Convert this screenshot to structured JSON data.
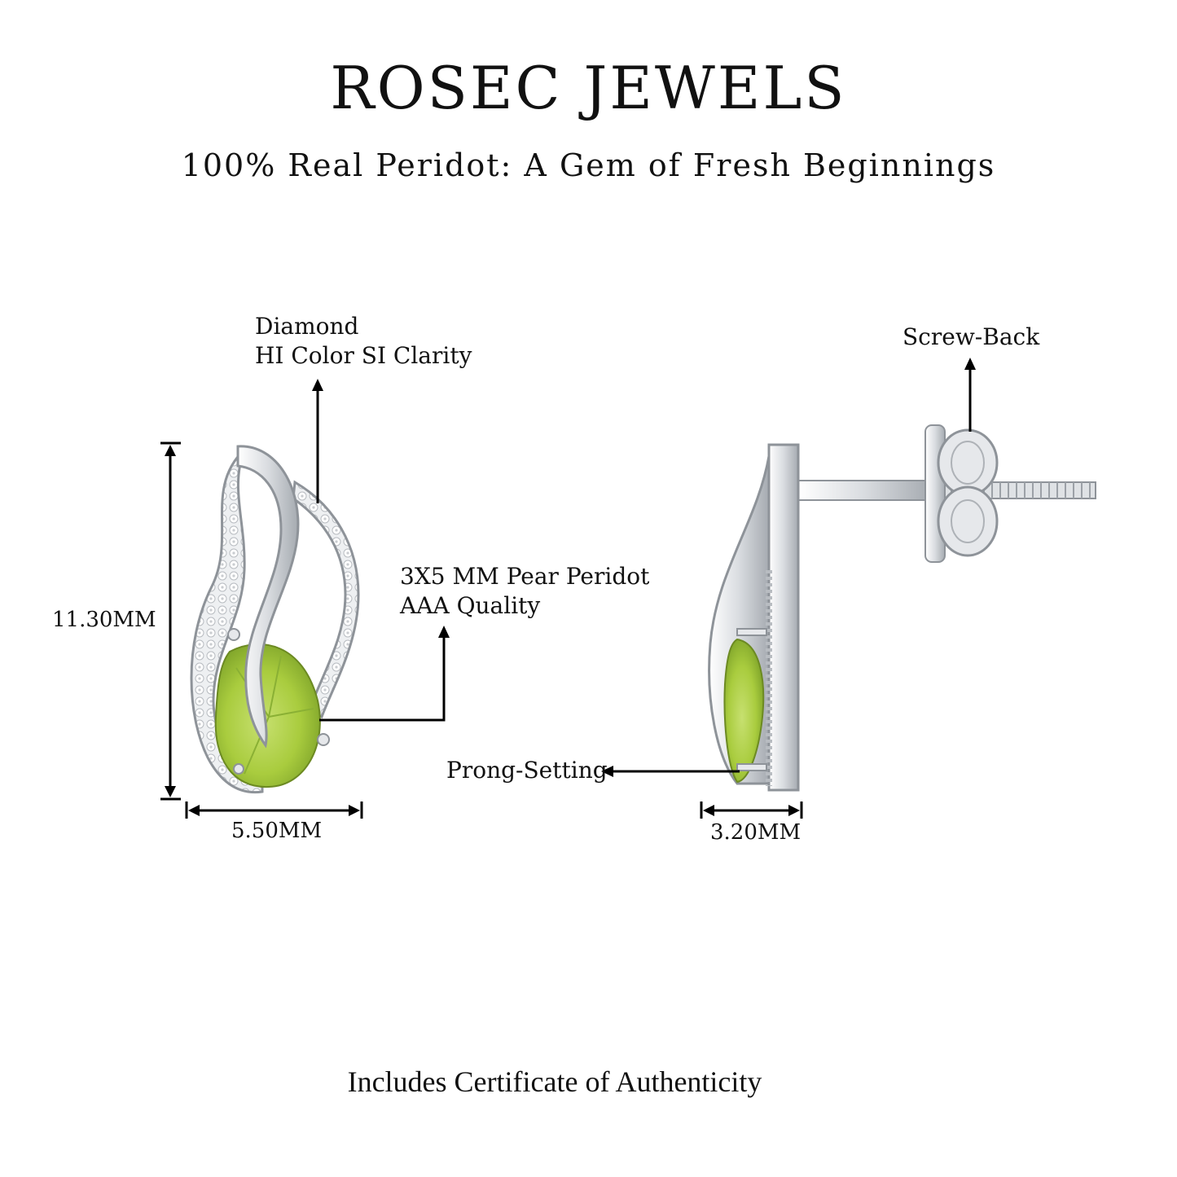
{
  "header": {
    "brand": "ROSEC JEWELS",
    "tagline": "100% Real Peridot: A Gem of Fresh Beginnings"
  },
  "front_view": {
    "diamond_label": {
      "line1": "Diamond",
      "line2": "HI Color SI Clarity"
    },
    "peridot_label": {
      "line1": "3X5 MM Pear Peridot",
      "line2": "AAA Quality"
    },
    "height_dimension": "11.30MM",
    "width_dimension": "5.50MM"
  },
  "side_view": {
    "screw_back_label": "Screw-Back",
    "prong_setting_label": "Prong-Setting",
    "depth_dimension": "3.20MM"
  },
  "footer": {
    "certificate_text": "Includes Certificate of Authenticity"
  },
  "colors": {
    "metal": "#d9dce0",
    "metal_shadow": "#9ca1a7",
    "peridot": "#a9cc3e",
    "peridot_dark": "#7fa42a",
    "line": "#000000"
  },
  "icons": {
    "front_earring": "leaf-flame-stud-front-icon",
    "side_earring": "stud-side-profile-icon",
    "arrow": "arrow-head-icon"
  }
}
